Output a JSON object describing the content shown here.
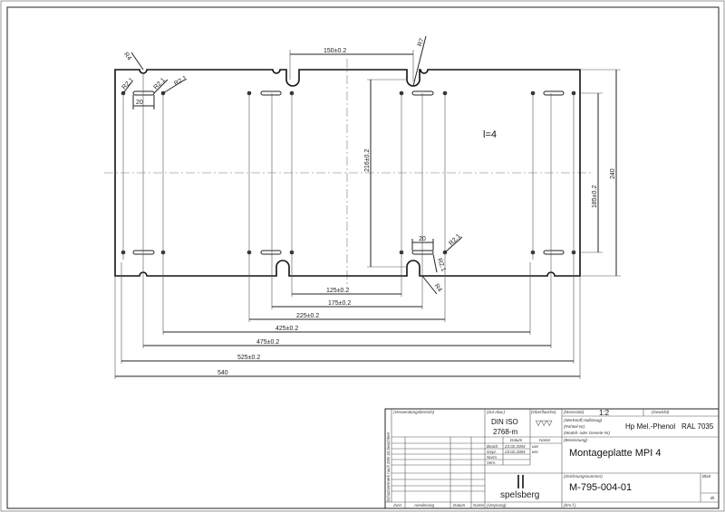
{
  "drawing": {
    "dimensions": {
      "r4_top": "R4",
      "r7_top": "R7",
      "r21_a": "R2.1",
      "r21_b": "R2.1",
      "r21_c": "R2.1",
      "slot_20_top": "20",
      "d150": "150±0.2",
      "d216": "216±0.2",
      "thickness": "l=4",
      "d240": "240",
      "d185": "185±0.2",
      "slot_20_bottom": "20",
      "r21_d": "R2.1",
      "r21_e": "R2.1",
      "r4_bottom": "R4",
      "d125": "125±0.2",
      "d175": "175±0.2",
      "d225": "225±0.2",
      "d425": "425±0.2",
      "d475": "475±0.2",
      "d525": "525±0.2",
      "d540": "540"
    }
  },
  "title_block": {
    "side_note": "Schutzvermerk nach DIN 34 beachten!",
    "verwendungsbereich": "(Verwendungsbereich)",
    "zul_abw_label": "(Zul.Abw.)",
    "zul_abw_1": "DIN ISO",
    "zul_abw_2": "2768-m",
    "oberflaeche_label": "(Oberflaeche)",
    "surface_symbol": "▽▽▽",
    "massstab_label": "(Massstab)",
    "massstab": "1:2",
    "gewicht_label": "(Gewicht)",
    "werkstoff_label_1": "(Werkstoff,Halbzeug)",
    "werkstoff_label_2": "(Rohteil-Nr)",
    "werkstoff_label_3": "(Modell- oder Gesenk-Nr)",
    "werkstoff": "Hp Mel.-Phenol",
    "ral": "RAL 7035",
    "datum_header": "Datum",
    "name_header": "Name",
    "rows": [
      {
        "label": "Bearb.",
        "date": "23.02.2004",
        "name": "uwi"
      },
      {
        "label": "Gepr.",
        "date": "23.02.2004",
        "name": "wsi"
      },
      {
        "label": "Norm",
        "date": "",
        "name": ""
      },
      {
        "label": "Vers.",
        "date": "",
        "name": ""
      }
    ],
    "benennung_label": "(Benennung)",
    "benennung": "Montageplatte MPI 4",
    "logo": "spelsberg",
    "zeichnungsnummer_label": "(Zeichnungsnummer)",
    "zeichnungsnummer": "M-795-004-01",
    "blatt_label": "Blatt",
    "bl_label": "Bl.",
    "zust": "Zust.",
    "aenderung": "Aenderung",
    "datum": "Datum",
    "name": "Name",
    "ursprung": "(Ursprung)",
    "ers": "(Ers.f.)"
  }
}
